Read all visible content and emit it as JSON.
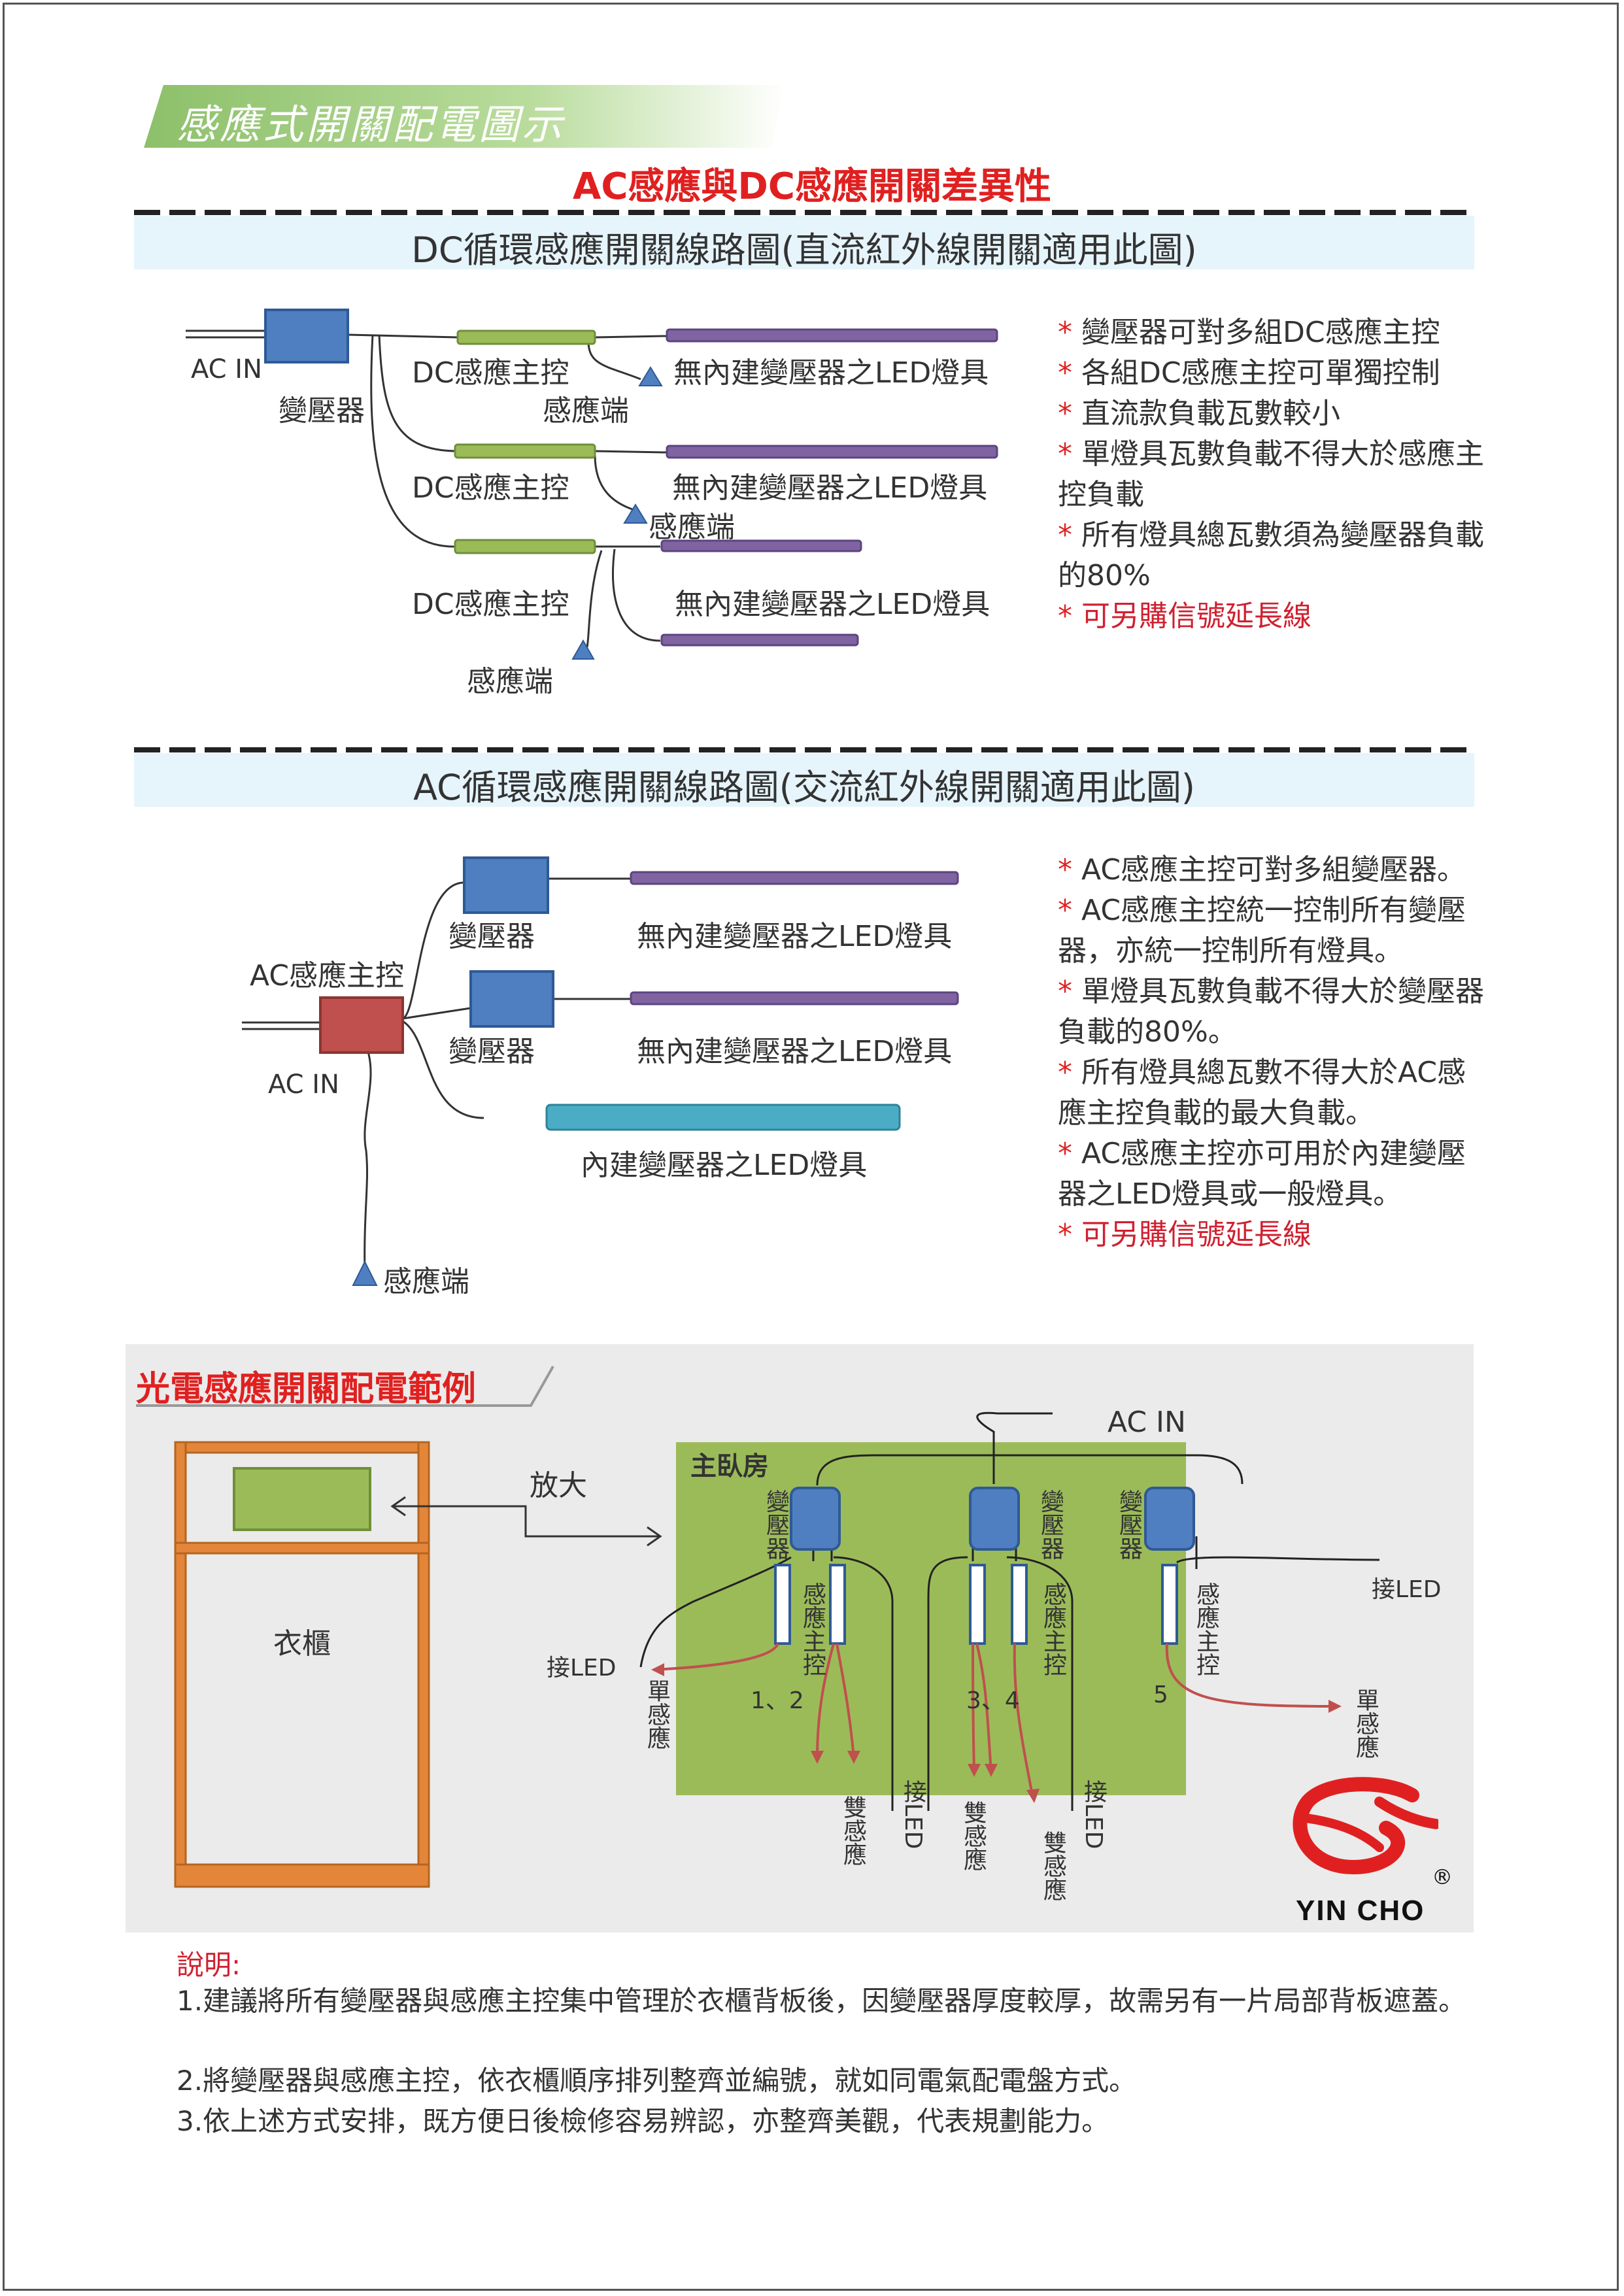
{
  "header": {
    "tab_title": "感應式開關配電圖示",
    "main_title": "AC感應與DC感應開關差異性"
  },
  "dc_section": {
    "title": "DC循環感應開關線路圖(直流紅外線開關適用此圖)",
    "labels": {
      "ac_in": "AC IN",
      "transformer": "變壓器",
      "controller": "DC感應主控",
      "sensor": "感應端",
      "led": "無內建變壓器之LED燈具"
    },
    "notes": [
      "變壓器可對多組DC感應主控",
      "各組DC感應主控可單獨控制",
      "直流款負載瓦數較小",
      "單燈具瓦數負載不得大於感應主控負載",
      "所有燈具總瓦數須為變壓器負載的80%",
      "可另購信號延長線"
    ]
  },
  "ac_section": {
    "title": "AC循環感應開關線路圖(交流紅外線開關適用此圖)",
    "labels": {
      "controller": "AC感應主控",
      "ac_in": "AC IN",
      "transformer": "變壓器",
      "led": "無內建變壓器之LED燈具",
      "led_builtin": "內建變壓器之LED燈具",
      "sensor": "感應端"
    },
    "notes": [
      "AC感應主控可對多組變壓器。",
      "AC感應主控統一控制所有變壓器，亦統一控制所有燈具。",
      "單燈具瓦數負載不得大於變壓器負載的80%。",
      "所有燈具總瓦數不得大於AC感應主控負載的最大負載。",
      "AC感應主控亦可用於內建變壓器之LED燈具或一般燈具。",
      "可另購信號延長線"
    ]
  },
  "photo_section": {
    "title": "光電感應開關配電範例",
    "wardrobe": "衣櫃",
    "enlarge": "放大",
    "room": "主臥房",
    "ac_in": "AC IN",
    "transformer": "變壓器",
    "controller": "感應主控",
    "connect_led": "接LED",
    "single": "單感應",
    "double": "雙感應",
    "num_12": "1、2",
    "num_34": "3、4",
    "num_5": "5",
    "logo_text": "YIN CHO",
    "registered": "®"
  },
  "explanation": {
    "title": "說明:",
    "items": [
      "1.建議將所有變壓器與感應主控集中管理於衣櫃背板後，因變壓器厚度較厚，故需另有一片局部背板遮蓋。",
      "2.將變壓器與感應主控，依衣櫃順序排列整齊並編號，就如同電氣配電盤方式。",
      "3.依上述方式安排，既方便日後檢修容易辨認，亦整齊美觀，代表規劃能力。"
    ]
  },
  "colors": {
    "transformer": "#4f7fc0",
    "dc_controller": "#9bbb59",
    "led_strip": "#8064a2",
    "ac_controller": "#c0504d",
    "builtin_led": "#4bacc6",
    "room_bg": "#9bbb59",
    "wardrobe": "#e4863a",
    "accent_red": "#e02020"
  }
}
